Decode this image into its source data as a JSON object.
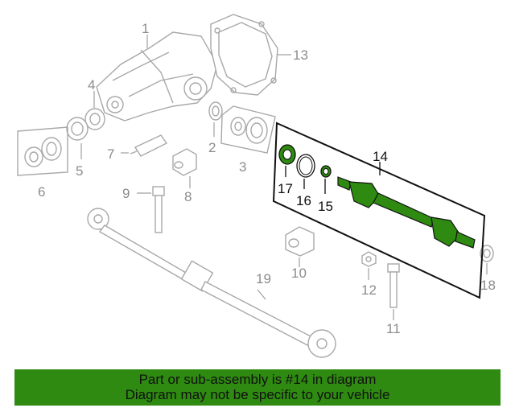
{
  "callouts": {
    "c1": "1",
    "c2": "2",
    "c3": "3",
    "c4": "4",
    "c5": "5",
    "c6": "6",
    "c7": "7",
    "c8": "8",
    "c9": "9",
    "c10": "10",
    "c11": "11",
    "c12": "12",
    "c13": "13",
    "c14": "14",
    "c15": "15",
    "c16": "16",
    "c17": "17",
    "c18": "18",
    "c19": "19"
  },
  "highlight_color": "#2e8a10",
  "banner": {
    "line1": "Part or sub-assembly is #14 in diagram",
    "line2": "Diagram may not be specific to your vehicle"
  }
}
